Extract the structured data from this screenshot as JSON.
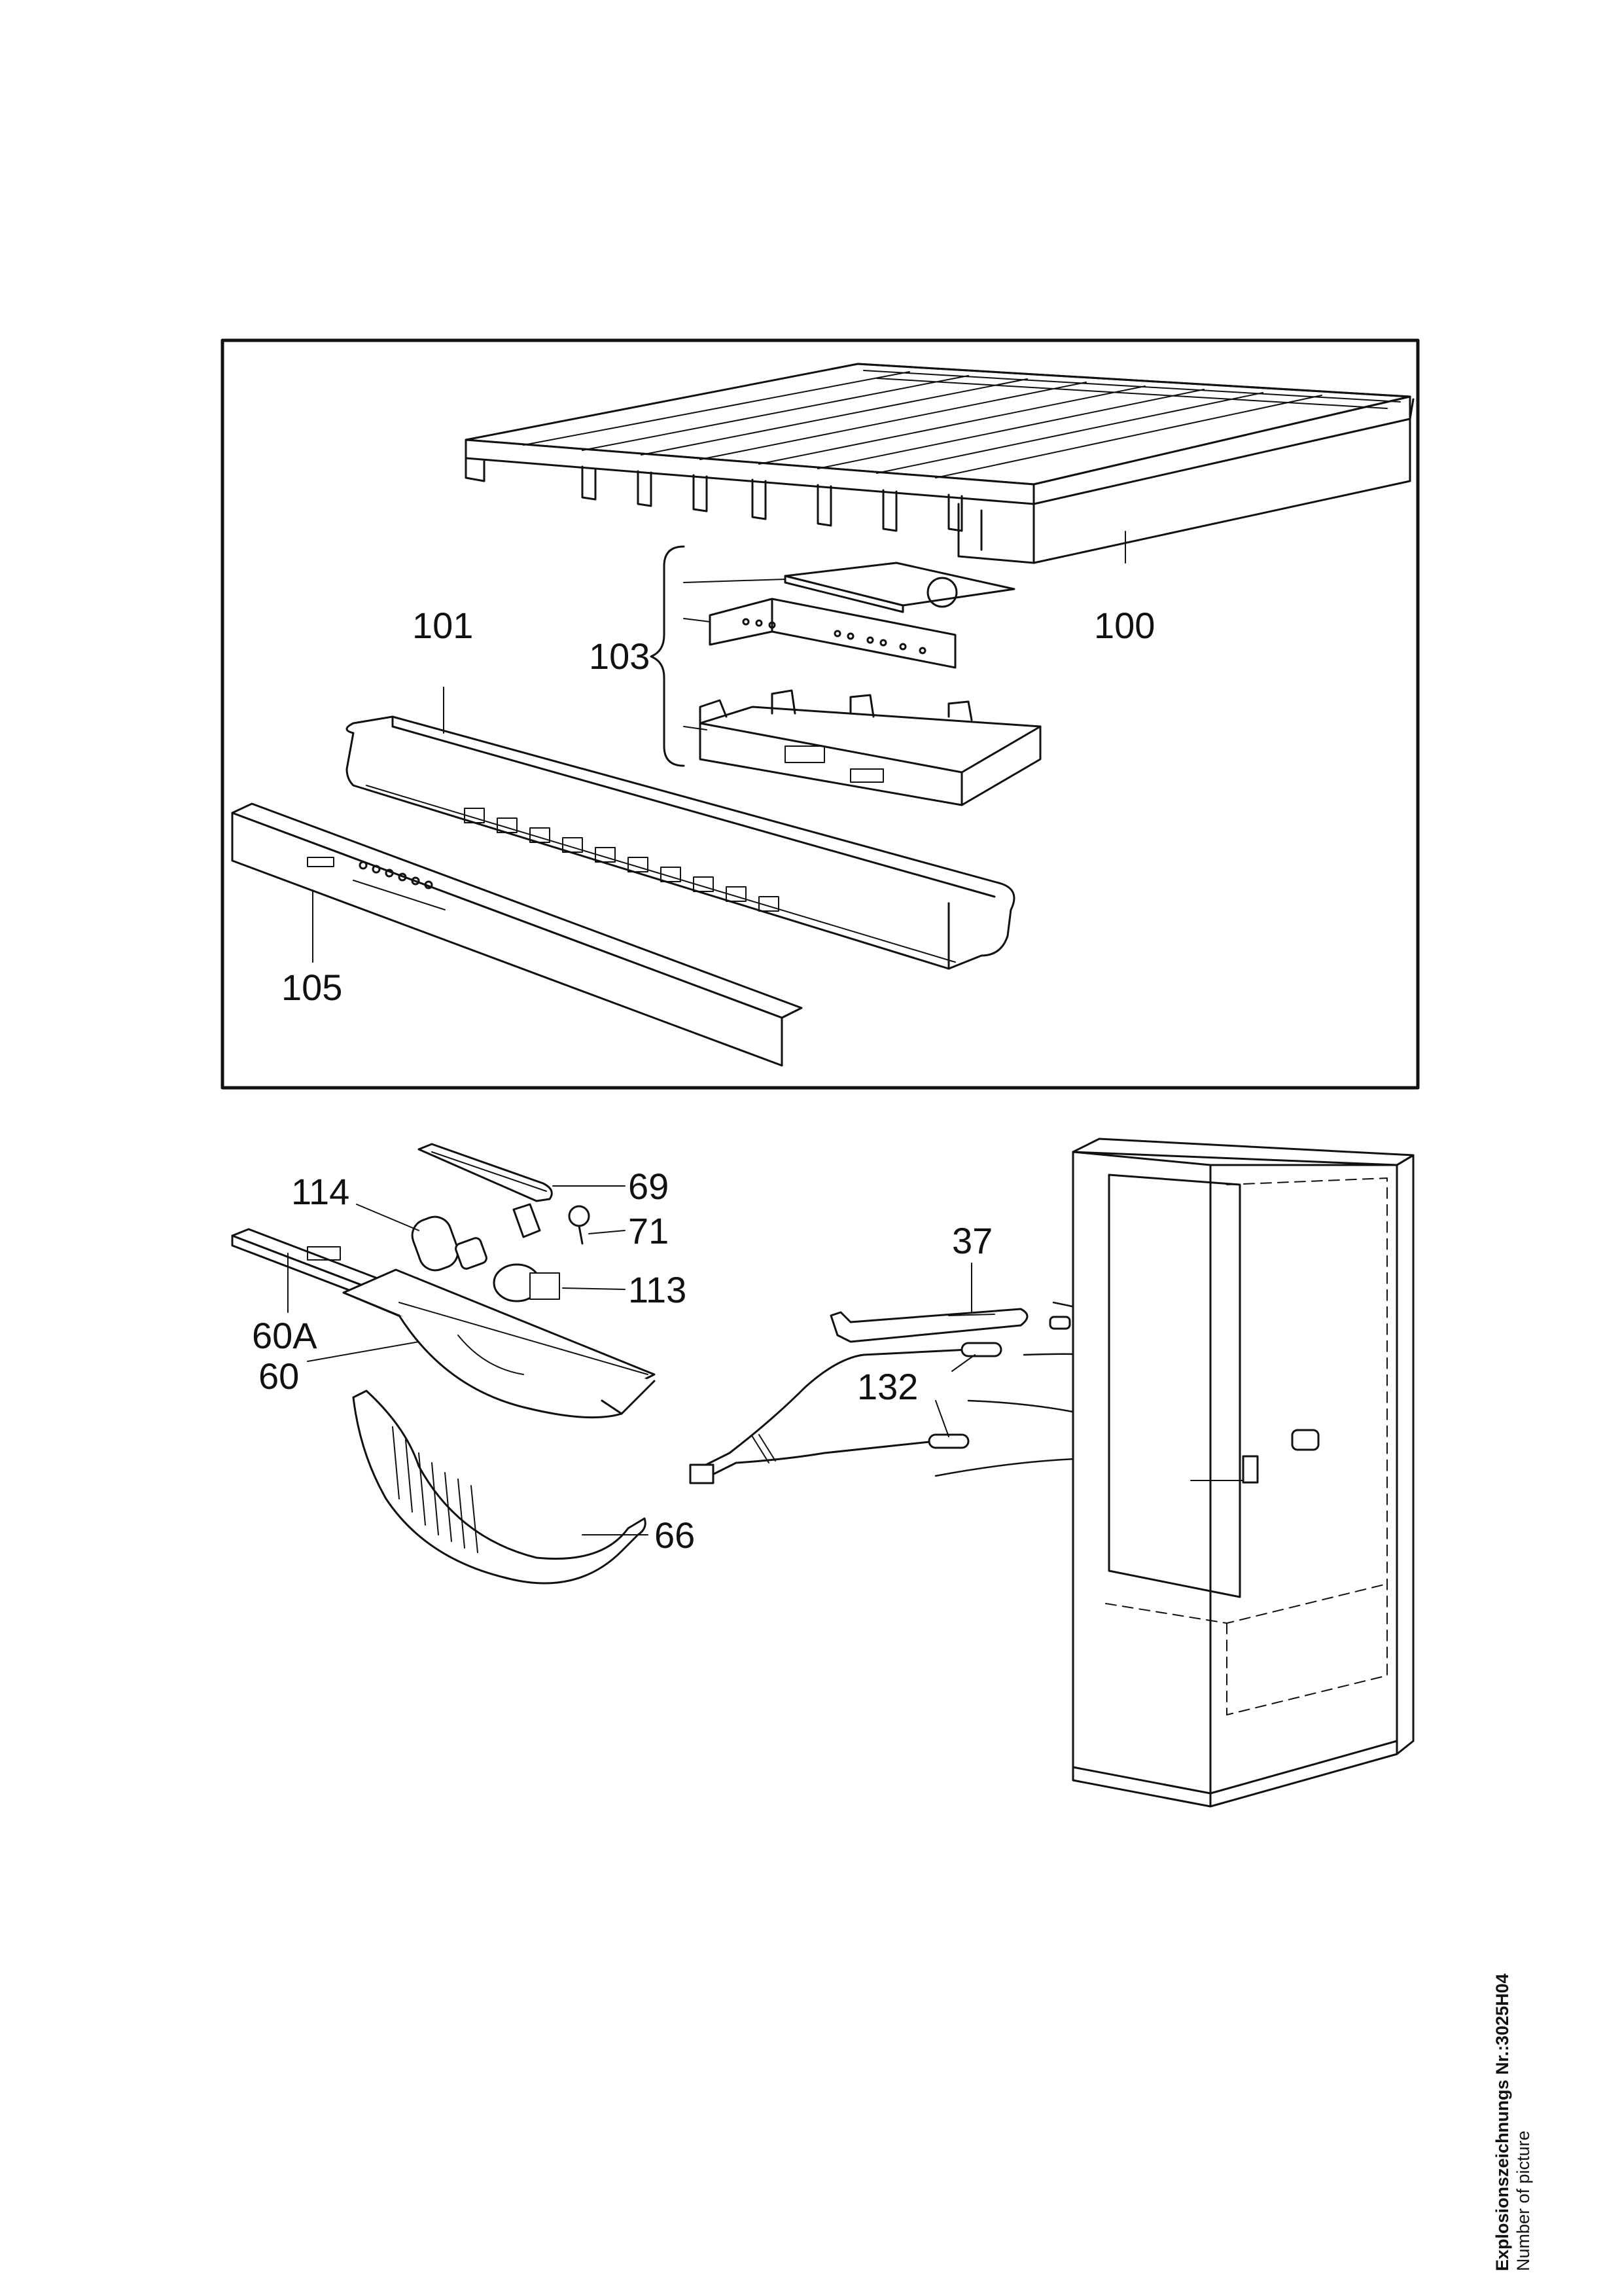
{
  "callouts": {
    "c100": "100",
    "c101": "101",
    "c103": "103",
    "c105": "105",
    "c114": "114",
    "c69": "69",
    "c71": "71",
    "c113": "113",
    "c60a": "60A",
    "c60": "60",
    "c66": "66",
    "c37": "37",
    "c132": "132"
  },
  "footer": {
    "drawing_number": "Explosionszeichnungs Nr.:3025H04",
    "picture_caption": "Number of picture"
  },
  "colors": {
    "line": "#111111",
    "paper": "#ffffff"
  }
}
